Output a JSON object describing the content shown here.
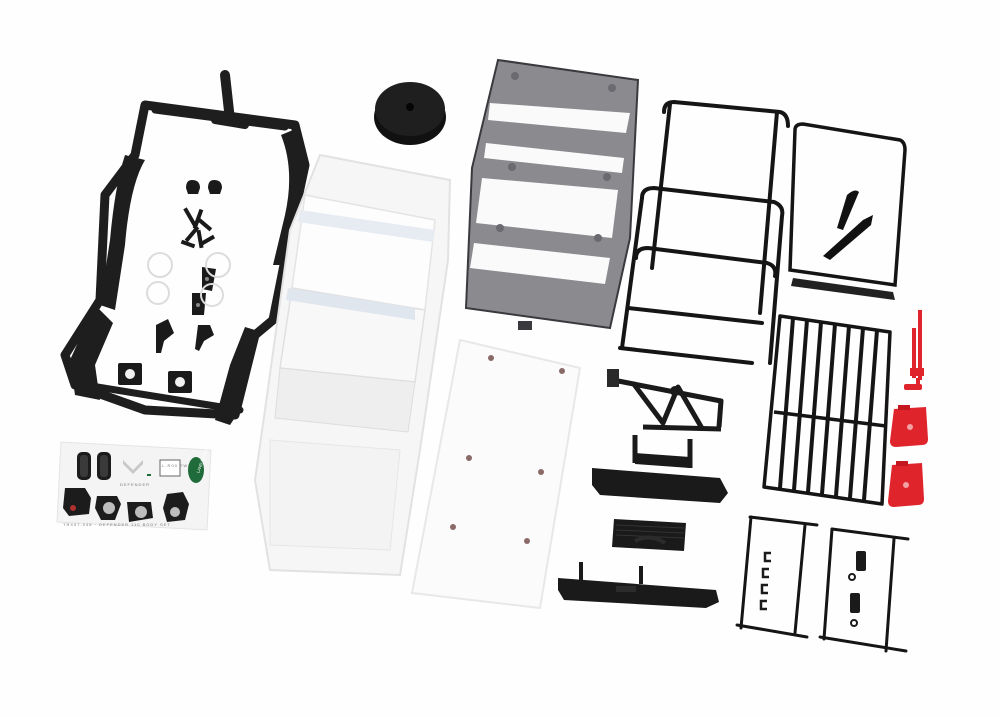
{
  "image": {
    "subject": "RC truck body kit parts laid out on white background",
    "background_color": "#fefefe"
  },
  "parts": [
    {
      "id": "inner-fender-frame",
      "label": "Black inner fender / body frame",
      "color": "#1e1e1e"
    },
    {
      "id": "small-hardware",
      "label": "Small black mounts and hardware",
      "color": "#1a1a1a"
    },
    {
      "id": "clear-lights",
      "label": "Clear light lenses",
      "color": "#e6e6e6"
    },
    {
      "id": "white-body-shell",
      "label": "White body shell",
      "color": "#f6f6f6"
    },
    {
      "id": "spare-tire-cover",
      "label": "Spare tire cover",
      "color": "#1c1c1c"
    },
    {
      "id": "smoked-windows",
      "label": "Smoked window set",
      "color": "#7a7a7e"
    },
    {
      "id": "roof-panel",
      "label": "White roof panel",
      "color": "#fafafa"
    },
    {
      "id": "roll-cage",
      "label": "Black roll cage",
      "color": "#151515"
    },
    {
      "id": "side-frame-with-snorkel",
      "label": "Side frame sprue with snorkel",
      "color": "#151515"
    },
    {
      "id": "roof-rack",
      "label": "Roof rack",
      "color": "#151515"
    },
    {
      "id": "hi-lift-jack",
      "label": "Red hi-lift jack",
      "color": "#e0242c"
    },
    {
      "id": "jerry-cans",
      "label": "Red jerry cans",
      "color": "#e0242c"
    },
    {
      "id": "spare-tire-mount",
      "label": "Spare tire mount",
      "color": "#1a1a1a"
    },
    {
      "id": "rear-bumper",
      "label": "Rear bumper",
      "color": "#1a1a1a"
    },
    {
      "id": "winch",
      "label": "Winch",
      "color": "#1a1a1a"
    },
    {
      "id": "front-bumper",
      "label": "Front bumper",
      "color": "#1a1a1a"
    },
    {
      "id": "sprue-handles",
      "label": "Sprue with door handles",
      "color": "#151515"
    },
    {
      "id": "sprue-mirrors",
      "label": "Sprue with mirrors",
      "color": "#151515"
    },
    {
      "id": "decal-sheet",
      "label": "Decal sheet",
      "color": "#f4f4f4"
    }
  ],
  "decal": {
    "badge_text": "LAND ROVER",
    "plate_text": "L-R00 TWX",
    "model_text": "DEFENDER",
    "fineprint": "TRX97-046 · DEFENDER 110 BODY SET"
  },
  "colors": {
    "black_plastic": "#1a1a1a",
    "smoke": "#7a7a7e",
    "white_plastic": "#f6f6f6",
    "red_accessory": "#e0242c",
    "badge_green": "#1f6b3a",
    "pin_holes": "#8a6a68"
  }
}
